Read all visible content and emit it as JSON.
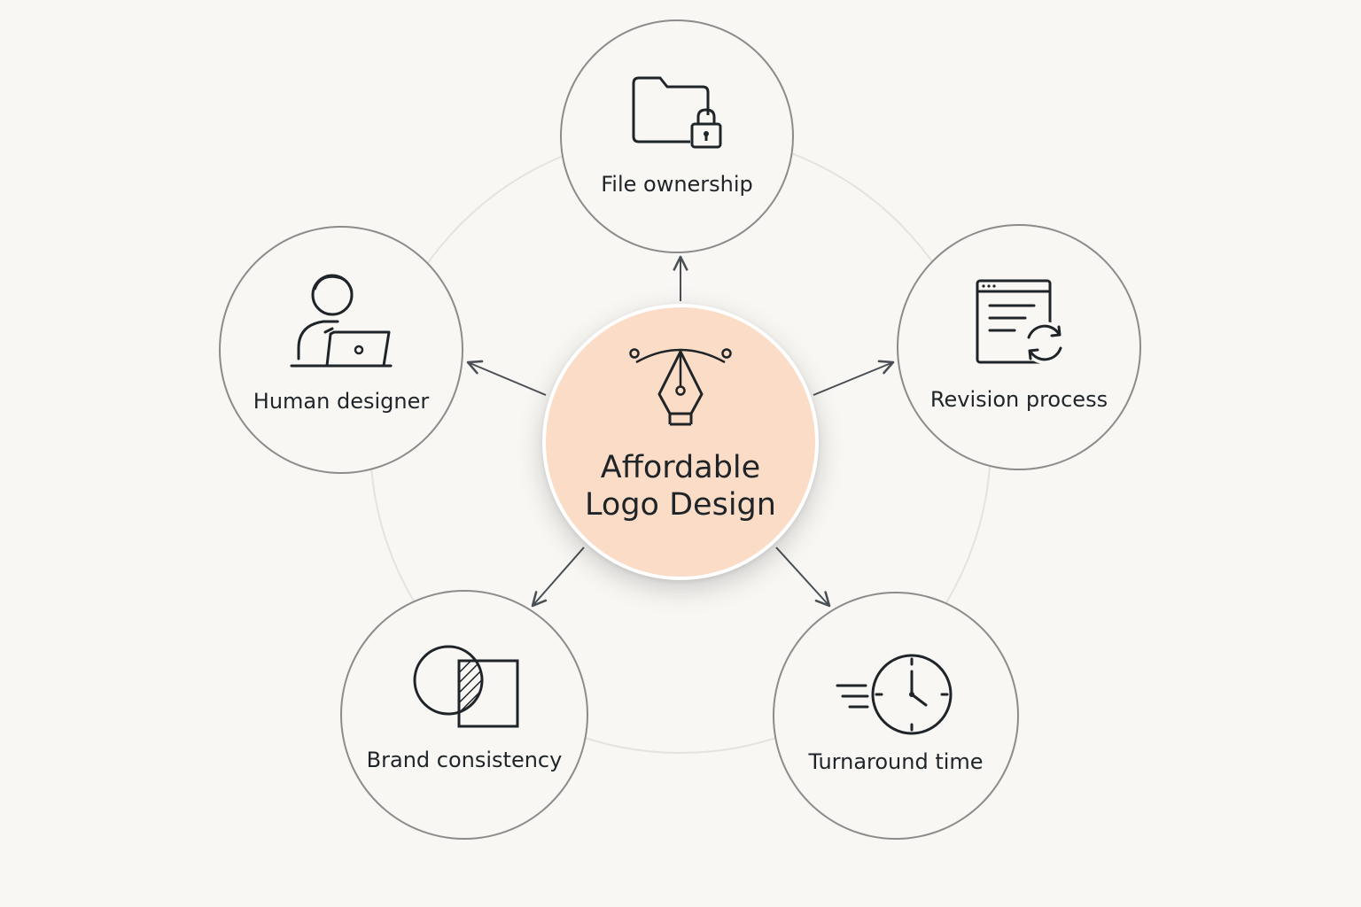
{
  "center": {
    "title_line1": "Affordable",
    "title_line2": "Logo Design",
    "icon": "pen-nib-icon",
    "color": "#fbdcc7"
  },
  "nodes": [
    {
      "id": "file-ownership",
      "label": "File ownership",
      "icon": "folder-lock-icon"
    },
    {
      "id": "revision-process",
      "label": "Revision process",
      "icon": "document-refresh-icon"
    },
    {
      "id": "turnaround-time",
      "label": "Turnaround time",
      "icon": "fast-clock-icon"
    },
    {
      "id": "brand-consistency",
      "label": "Brand consistency",
      "icon": "shape-overlap-icon"
    },
    {
      "id": "human-designer",
      "label": "Human designer",
      "icon": "person-laptop-icon"
    }
  ],
  "colors": {
    "background": "#f8f7f4",
    "stroke": "#1f2429",
    "node_border": "#8c8c8c",
    "arrow": "#4a4f55",
    "orbit": "#e6e3df"
  }
}
